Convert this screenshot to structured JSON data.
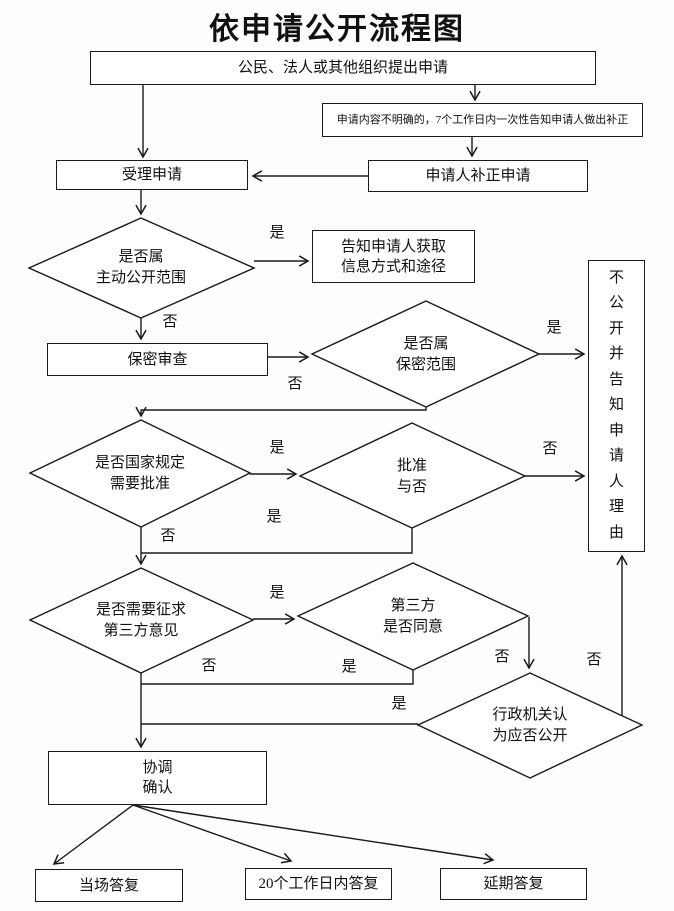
{
  "title": "依申请公开流程图",
  "line_color": "#1a1a1a",
  "nodes": {
    "apply": "公民、法人或其他组织提出申请",
    "note": "申请内容不明确的，7个工作日内一次性告知申请人做出补正",
    "accept": "受理申请",
    "correct": "申请人补正申请",
    "proactive": "是否属\n主动公开范围",
    "inform": "告知申请人获取\n信息方式和途径",
    "secrecy_review": "保密审查",
    "secret": "是否属\n保密范围",
    "refuse": "不公开并告知申请人理由",
    "approval_needed": "是否国家规定\n需要批准",
    "approve": "批准\n与否",
    "third_party": "是否需要征求\n第三方意见",
    "agree": "第三方\n是否同意",
    "admin": "行政机关认\n为应否公开",
    "coordinate": "协调\n确认",
    "onspot": "当场答复",
    "days20": "20个工作日内答复",
    "delay": "延期答复"
  },
  "edge_labels": {
    "proactive_yes": "是",
    "proactive_no": "否",
    "secret_yes": "是",
    "secret_no": "否",
    "approval_yes": "是",
    "approval_no": "否",
    "approve_yes": "是",
    "approve_no": "否",
    "third_party_yes": "是",
    "third_party_no": "否",
    "agree_yes": "是",
    "agree_no": "否",
    "admin_yes": "是",
    "admin_no": "否"
  }
}
